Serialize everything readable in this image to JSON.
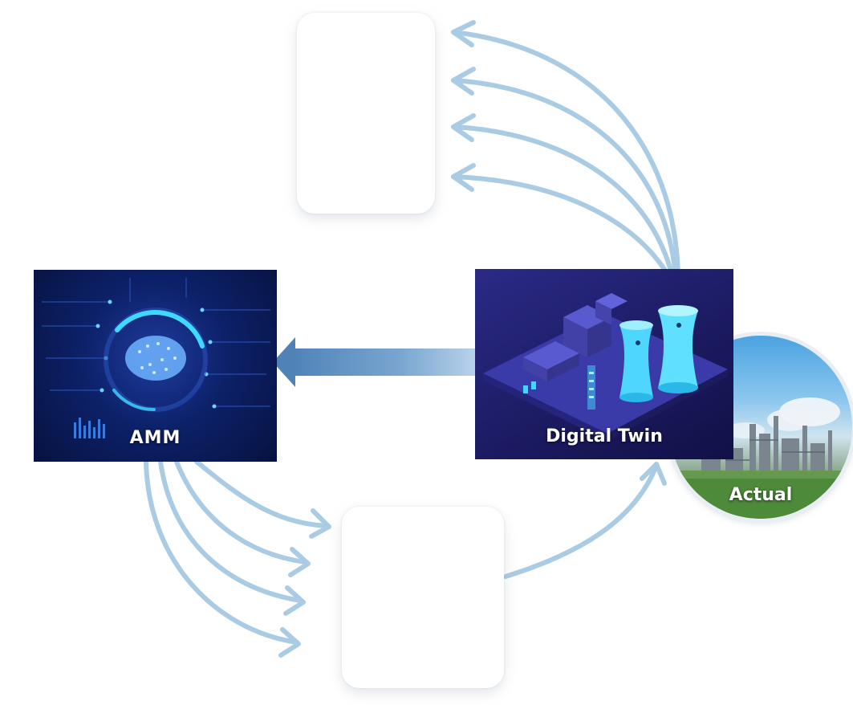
{
  "labels": {
    "amm": "AMM",
    "digital_twin": "Digital Twin",
    "actual": "Actual"
  },
  "colors": {
    "arrow": "#aacbe4",
    "big_arrow": "#5f8fc0",
    "amm_bg": "#0d2169",
    "digital_twin_bg": "#1c1b63",
    "glow": "#3fd8ff"
  },
  "icons": {
    "amm": "brain-circuit",
    "digital_twin": "isometric-power-plant",
    "actual": "refinery-photo"
  }
}
